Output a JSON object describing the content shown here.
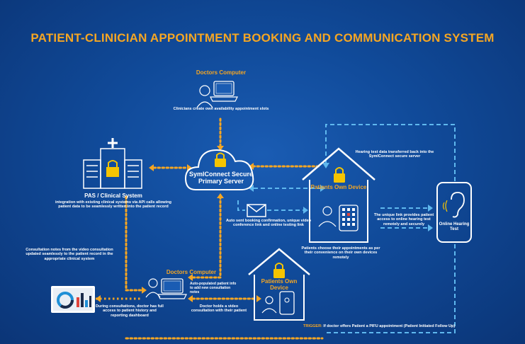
{
  "title": "PATIENT-CLINICIAN APPOINTMENT BOOKING AND COMMUNICATION SYSTEM",
  "colors": {
    "background": "#104a99",
    "accent": "#f5a623",
    "lock": "#f5c400",
    "link": "#5fb8ee",
    "text": "#ffffff"
  },
  "nodes": {
    "doctors_computer_top": {
      "label": "Doctors Computer",
      "caption": "Clinicians create own availability appointment slots",
      "icon": "doctor-laptop-icon"
    },
    "server": {
      "label": "SymlConnect Secure Primary Server",
      "icon": "cloud-lock-icon"
    },
    "pas": {
      "label": "PAS / Clinical System",
      "caption": "integration with existing clinical systems via API calls allowing patient data to be seamlessly written into the patient record",
      "icon": "hospital-icon"
    },
    "patients_device_top": {
      "label": "Patients Own Device",
      "caption": "Patients choose their appointments as per their convenience on their own devices remotely",
      "icon": "house-phone-icon"
    },
    "hearing_test": {
      "label": "Online Hearing Test",
      "icon": "ear-icon"
    },
    "patients_device_bottom": {
      "label": "Patients Own Device",
      "icon": "house-phone-icon"
    },
    "doctors_computer_bottom": {
      "label": "Doctors Computer",
      "icon": "doctor-laptop-icon"
    },
    "dashboard": {
      "icon": "dashboard-chart-icon"
    }
  },
  "notes": {
    "hearing_transfer": "Hearing test data transferred back into the SymlConnect secure server",
    "unique_link": "The unique link provides patient access to online hearing test remotely and securely",
    "auto_booking": "Auto sent booking confirmation, unique video conference link and online testing link",
    "consultation_notes": "Consultation notes from the video consultation updated seamlessly to the patient record in the appropriate clinical system",
    "auto_populated": "Auto-populated patient info to add new consultation notes",
    "during_consultations": "During consultations, doctor has full access to patient history and reporting dashboard",
    "video_consultation": "Doctor holds a video consultation with their patient",
    "trigger_keyword": "TRIGGER: ",
    "trigger_text": "If doctor offers Patient a PIFU appointment (Patient Initiated Follow Up)"
  }
}
